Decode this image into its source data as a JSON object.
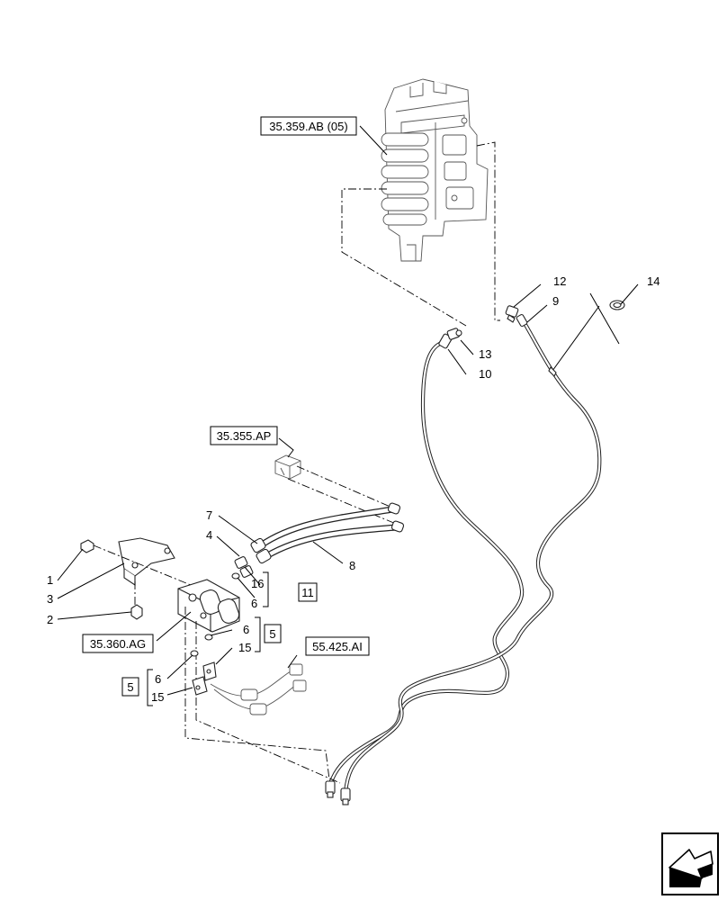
{
  "references": {
    "control_valve": "35.359.AB (05)",
    "pilot_block": "35.355.AP",
    "solenoid_valve": "35.360.AG",
    "harness": "55.425.AI"
  },
  "callouts": {
    "c1": "1",
    "c2": "2",
    "c3": "3",
    "c4": "4",
    "c5a": "5",
    "c5b": "5",
    "c6a": "6",
    "c6b": "6",
    "c6c": "6",
    "c7": "7",
    "c8": "8",
    "c9": "9",
    "c10": "10",
    "c11": "11",
    "c12": "12",
    "c13": "13",
    "c14": "14",
    "c15a": "15",
    "c15b": "15",
    "c16": "16"
  },
  "nav_icon": "next-page-arrow-icon"
}
